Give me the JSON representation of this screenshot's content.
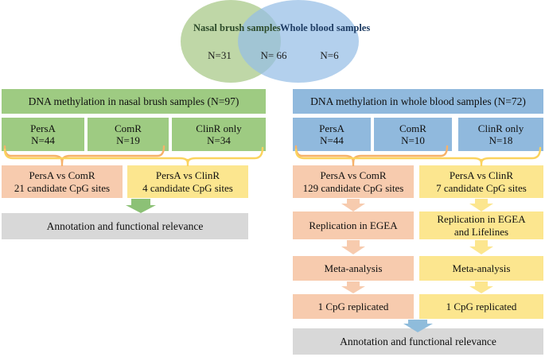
{
  "figure": {
    "title": "Epigenome-wide study design flowchart",
    "colors": {
      "green_box": "#9ecb82",
      "blue_box": "#90b9dd",
      "peach_box": "#f7cbae",
      "yellow_box": "#fce68f",
      "gray_box": "#d8d8d8",
      "brace_orange": "#f6b26b",
      "brace_yellow": "#fbd35e",
      "green_arrow": "#8cc176",
      "blue_arrow": "#8fbcdb",
      "venn_green": "#afcd91",
      "venn_blue": "#96bee6"
    }
  },
  "venn": {
    "left": {
      "label_line1": "Nasal brush",
      "label_line2": "samples",
      "n": "N=31"
    },
    "right": {
      "label_line1": "Whole blood",
      "label_line2": "samples",
      "n": "N=6"
    },
    "overlap": {
      "n": "N= 66"
    }
  },
  "left_branch": {
    "header": "DNA  methylation in nasal brush samples (N=97)",
    "groups": [
      {
        "name": "PersA",
        "n": "N=44"
      },
      {
        "name": "ComR",
        "n": "N=19"
      },
      {
        "name": "ClinR only",
        "n": "N=34"
      }
    ],
    "comparisons": [
      {
        "title": "PersA vs ComR",
        "result": "21 candidate CpG sites"
      },
      {
        "title": "PersA vs ClinR",
        "result": "4 candidate CpG sites"
      }
    ],
    "annotation": "Annotation and functional relevance"
  },
  "right_branch": {
    "header": "DNA  methylation in whole blood samples (N=72)",
    "groups": [
      {
        "name": "PersA",
        "n": "N=44"
      },
      {
        "name": "ComR",
        "n": "N=10"
      },
      {
        "name": "ClinR only",
        "n": "N=18"
      }
    ],
    "comparisons": [
      {
        "title": "PersA vs ComR",
        "result": "129 candidate CpG sites",
        "replication_line1": "Replication in EGEA",
        "replication_line2": "",
        "meta": "Meta-analysis",
        "replicated": "1 CpG replicated"
      },
      {
        "title": "PersA vs ClinR",
        "result": "7 candidate CpG sites",
        "replication_line1": "Replication in EGEA",
        "replication_line2": "and Lifelines",
        "meta": "Meta-analysis",
        "replicated": "1 CpG replicated"
      }
    ],
    "annotation": "Annotation and functional relevance"
  }
}
